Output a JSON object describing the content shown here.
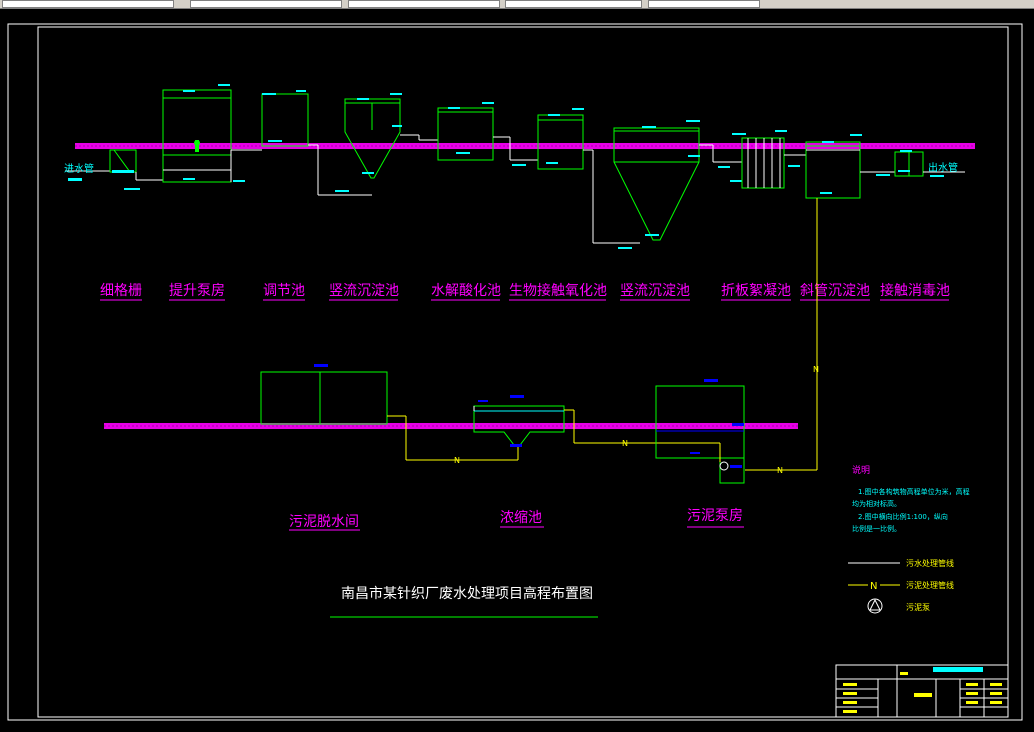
{
  "drawing_title": "南昌市某针织厂废水处理项目高程布置图",
  "main_line": {
    "inlet_label": "进水管",
    "outlet_label": "出水管",
    "units": [
      {
        "id": "grille",
        "label": "细格栅"
      },
      {
        "id": "lift-pump",
        "label": "提升泵房"
      },
      {
        "id": "equalization",
        "label": "调节池"
      },
      {
        "id": "vertical-settler-1",
        "label": "竖流沉淀池"
      },
      {
        "id": "hydrolysis",
        "label": "水解酸化池"
      },
      {
        "id": "bio-contact",
        "label": "生物接触氧化池"
      },
      {
        "id": "vertical-settler-2",
        "label": "竖流沉淀池"
      },
      {
        "id": "baffle-floc",
        "label": "折板絮凝池"
      },
      {
        "id": "inclined-tube",
        "label": "斜管沉淀池"
      },
      {
        "id": "disinfection",
        "label": "接触消毒池"
      }
    ]
  },
  "sludge_line": {
    "units": [
      {
        "id": "dewatering",
        "label": "污泥脱水间"
      },
      {
        "id": "thickener",
        "label": "浓缩池"
      },
      {
        "id": "sludge-pump",
        "label": "污泥泵房"
      }
    ]
  },
  "notes": {
    "heading": "说明",
    "line1": "1.图中各构筑物高程单位为米，高程",
    "line2": "均为相对标高。",
    "line3": "2.图中横向比例1:100，纵向",
    "line4": "比例是一比例。"
  },
  "legend": {
    "wastewater_pipe": "污水处理管线",
    "sludge_pipe": "污泥处理管线",
    "sludge_pipe_symbol": "N",
    "sludge_pump": "污泥泵"
  },
  "colors": {
    "background": "#000000",
    "structure": "#00ff00",
    "ground": "#ff00ff",
    "wastewater_pipe": "#ffffff",
    "sludge_pipe": "#ffff00",
    "elevation_tag": "#00ffff",
    "label": "#ff00ff",
    "title_bar": "#00ffff"
  }
}
